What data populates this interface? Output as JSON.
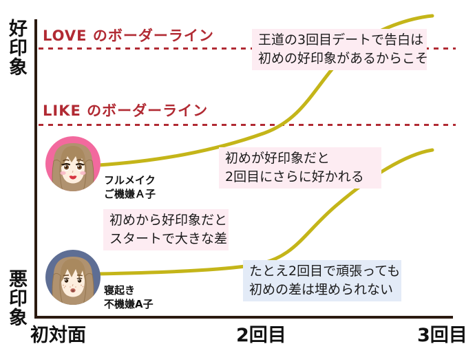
{
  "axes": {
    "y_top": "好印象",
    "y_bottom": "悪印象",
    "x_first": "初対面",
    "x_second": "2回目",
    "x_third": "3回目",
    "axis_color": "#2b1a10"
  },
  "borderlines": {
    "love_label": "LOVE のボーダーライン",
    "like_label": "LIKE のボーダーライン",
    "color": "#b12a33"
  },
  "curves": {
    "color": "#c4b519"
  },
  "characters": {
    "good": {
      "caption1": "フルメイク",
      "caption2": "ご機嫌Ａ子",
      "circle": "#f2699e"
    },
    "bad": {
      "caption1": "寝起き",
      "caption2": "不機嫌A子",
      "circle": "#5e6e94"
    }
  },
  "callouts": {
    "confession": {
      "line1": "王道の3回目デートで告白は",
      "line2": "初めの好印象があるからこそ",
      "bg": "#fdecf2"
    },
    "liked_more": {
      "line1": "初めが好印象だと",
      "line2": "2回目にさらに好かれる",
      "bg": "#fdecf2"
    },
    "big_gap": {
      "line1": "初めから好印象だと",
      "line2": "スタートで大きな差",
      "bg": "#fdecf2"
    },
    "cannot_fill": {
      "line1": "たとえ2回目で頑張っても",
      "line2": "初めの差は埋められない",
      "bg": "#e3ebf7"
    }
  },
  "chart_data": {
    "type": "line",
    "x": [
      "初対面",
      "2回目",
      "3回目"
    ],
    "series": [
      {
        "name": "フルメイク ご機嫌Ａ子",
        "values": [
          5.1,
          5.8,
          10.0
        ],
        "color": "#c4b519"
      },
      {
        "name": "寝起き 不機嫌A子",
        "values": [
          1.4,
          1.6,
          5.6
        ],
        "color": "#c4b519"
      }
    ],
    "reference_lines": [
      {
        "label": "LOVE のボーダーライン",
        "value": 9.0,
        "color": "#b12a33",
        "style": "dotted"
      },
      {
        "label": "LIKE のボーダーライン",
        "value": 6.4,
        "color": "#b12a33",
        "style": "dotted"
      }
    ],
    "ylim": [
      0,
      10
    ],
    "ylabel_top": "好印象",
    "ylabel_bottom": "悪印象",
    "grid": false,
    "legend": false,
    "annotations": [
      "王道の3回目デートで告白は 初めの好印象があるからこそ",
      "初めが好印象だと 2回目にさらに好かれる",
      "初めから好印象だと スタートで大きな差",
      "たとえ2回目で頑張っても 初めの差は埋められない"
    ]
  }
}
